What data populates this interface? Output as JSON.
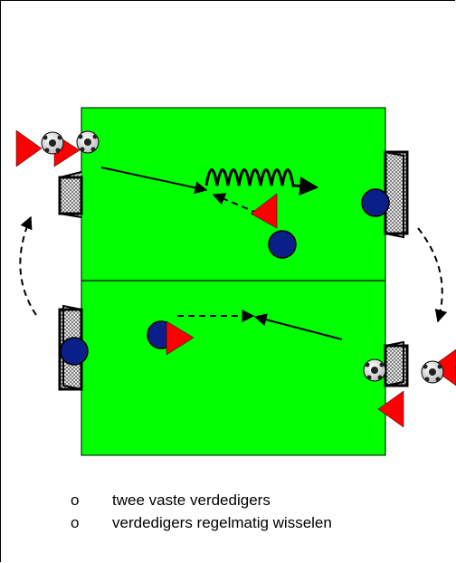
{
  "legend": {
    "bullet": "o",
    "items": [
      "twee vaste verdedigers",
      "verdedigers regelmatig wisselen"
    ]
  },
  "colors": {
    "field": "#00ff00",
    "field_line": "#000000",
    "defender": "#0b1f8a",
    "attacker_flag": "#ff0000",
    "goal_net": "#cccccc"
  },
  "icons": [
    "soccer-ball-icon",
    "red-flag-icon",
    "goal-icon",
    "defender-dot-icon"
  ]
}
